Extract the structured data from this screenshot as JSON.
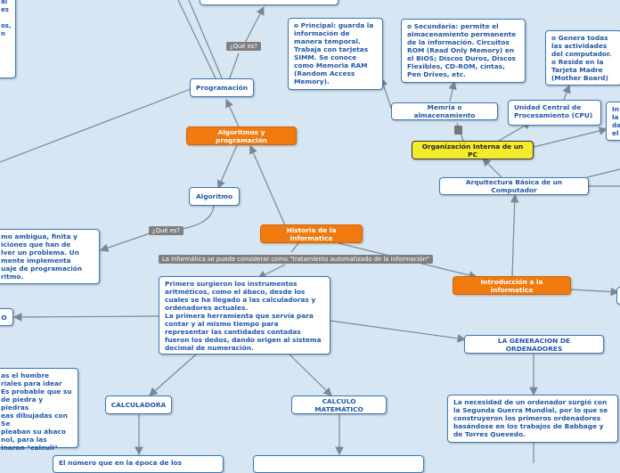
{
  "nodes": {
    "programacion": "Programación",
    "algoritmos_programacion": "Algoritmos y programación",
    "algoritmo": "Algoritmo",
    "historia": "Historia de la informatica",
    "organizacion": "Organización Interna de un PC",
    "memoria": "Memria o almacenamiento",
    "ucp": "Unidad Central de\nProcesamiento (CPU)",
    "arquitectura": "Arquitectura Básica de un Computador",
    "introduccion": "Introducción a la informatica",
    "generacion": "LA GENERACION DE ORDENADORES",
    "calculadora": "CALCULADORA",
    "calculo": "CALCULO MATEMATICO",
    "principal": "o Principal: guarda la información de manera temporal. Trabaja con tarjetas SIMM. Se conoce como Memoria RAM (Random Access Memory).",
    "secundaria": "o Secundaria: permite el almacenamiento permanente de la información. Circuitos ROM (Read Only Memory) en el BIOS; Discos Duros, Discos Flexibles, CD-ROM, cintas, Pen Drives, etc.",
    "genera": "o Genera todas las actividades del computador.\no Reside en la Tarjeta Madre (Mother Board)",
    "primeros": "Primero surgieron los instrumentos aritméticos, como el ábaco, desde los cuales se ha llegado a las calculadoras y ordenadores actuales.\nLa primera herramienta que servía para contar y al mismo tiempo para representar las cantidades contadas fueron los dedos, dando origen al sistema decimal de numeración.",
    "necesidad": "La necesidad de un ordenador surgió con la Segunda Guerra Mundial, por lo que se construyeron los primeros ordenadores basándose en los trabajos de Babbage y de Torres Quevedo.",
    "definicion_partial": "mo ambigua, finita y\niciones que han de\nlver un problema. Un\nmente implementa\nuaje de programación\nritmo.",
    "hombre_partial": "as el hombre\nriales para idear\nEs probable que su\nde piedra y piedras\neas dibujadas con\n                        Se\npleaban su ábaco\nnol, para las\ninaron \"calculi\"",
    "topleft_partial": "al\nes\n\nos,\nn",
    "right_partial": "In\nla\nda\nel",
    "bottom_left_text": "El número que en la época de los"
  },
  "tags": {
    "que_es_1": "¿Qué es?",
    "que_es_2": "¿Qué es?",
    "informatica": "La informática se puede considerar como \"tratamiento automatizado de la información\""
  },
  "colors": {
    "background": "#d6e6f3",
    "node_border": "#3c78b4",
    "node_text": "#1f56a8",
    "orange": "#f07a10",
    "central": "#f4eb2c",
    "connector": "#7a8896"
  }
}
